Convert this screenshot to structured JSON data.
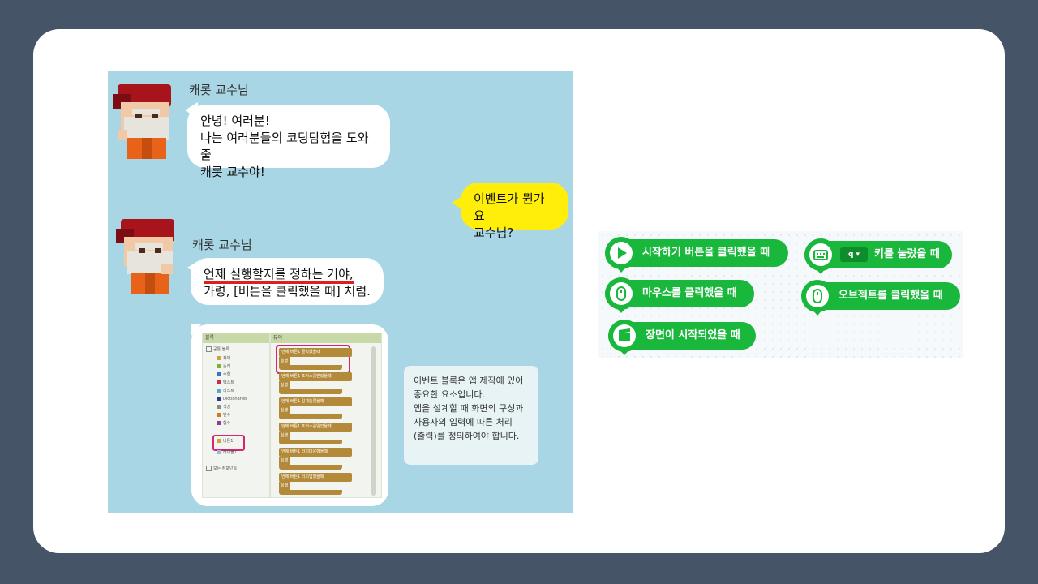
{
  "comic": {
    "speaker1": "캐롯 교수님",
    "bubble1": [
      "안녕! 여러분!",
      "나는 여러분들의 코딩탐험을 도와줄",
      "캐롯 교수야!"
    ],
    "question": [
      "이벤트가 뭔가요",
      "교수님?"
    ],
    "speaker2": "캐롯 교수님",
    "bubble2_line1": "언제 실행할지를 정하는 거야,",
    "bubble2_line2": "가령, [버튼을 클릭했을 때] 처럼."
  },
  "editor": {
    "blocks_header": "블록",
    "viewer_header": "뷰어",
    "tree": [
      "공통 블록",
      "제어",
      "논리",
      "수학",
      "텍스트",
      "리스트",
      "Dictionaries",
      "색상",
      "변수",
      "함수",
      "버튼1",
      "레이블1",
      "모든 컴포넌트"
    ],
    "event_blocks": [
      {
        "when": "언제",
        "component": "버튼1",
        "event": "클릭했을때",
        "do": "실행"
      },
      {
        "when": "언제",
        "component": "버튼1",
        "event": "포커스를받았을때",
        "do": "실행"
      },
      {
        "when": "언제",
        "component": "버튼1",
        "event": "길게눌렀을때",
        "do": "실행"
      },
      {
        "when": "언제",
        "component": "버튼1",
        "event": "포커스를잃었을때",
        "do": "실행"
      },
      {
        "when": "언제",
        "component": "버튼1",
        "event": "터치다운했을때",
        "do": "실행"
      },
      {
        "when": "언제",
        "component": "버튼1",
        "event": "터치업했을때",
        "do": "실행"
      }
    ]
  },
  "note": {
    "lines": [
      "이벤트 블록은 앱 제작에 있어",
      "중요한 요소입니다.",
      "앱을 설계할 때 화면의 구성과",
      "사용자의 입력에 따른 처리",
      "(출력)를 정의하여야 합니다."
    ]
  },
  "entry_blocks": {
    "start_clicked": "시작하기 버튼을 클릭했을 때",
    "key_value": "q",
    "key_pressed": "키를 눌렀을 때",
    "mouse_clicked": "마우스를 클릭했을 때",
    "object_clicked": "오브젝트를 클릭했을 때",
    "scene_started": "장면이 시작되었을 때"
  },
  "colors": {
    "background": "#465467",
    "panel": "#a9d6e5",
    "entry_green": "#19b83c",
    "question_yellow": "#ffee0a",
    "highlight_pink": "#d6246e"
  }
}
